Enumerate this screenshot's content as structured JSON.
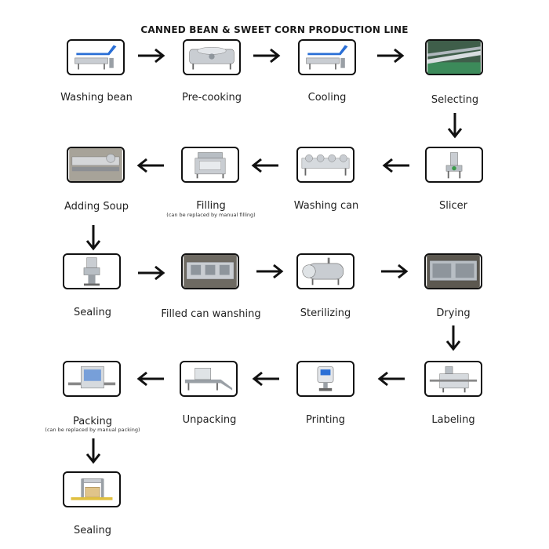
{
  "title": "CANNED BEAN & SWEET CORN PRODUCTION LINE",
  "steps": [
    {
      "label": "Washing bean",
      "icon": "washing-bean-machine-icon"
    },
    {
      "label": "Pre-cooking",
      "icon": "pre-cooking-machine-icon"
    },
    {
      "label": "Cooling",
      "icon": "cooling-machine-icon"
    },
    {
      "label": "Selecting",
      "icon": "selecting-line-icon"
    },
    {
      "label": "Slicer",
      "icon": "slicer-machine-icon"
    },
    {
      "label": "Washing can",
      "icon": "can-washing-machine-icon"
    },
    {
      "label": "Filling",
      "note": "(can be replaced by manual filling)",
      "icon": "filling-machine-icon"
    },
    {
      "label": "Adding Soup",
      "icon": "soup-adding-machine-icon"
    },
    {
      "label": "Sealing",
      "icon": "can-sealing-machine-icon"
    },
    {
      "label": "Filled can wanshing",
      "icon": "filled-can-washer-icon"
    },
    {
      "label": "Sterilizing",
      "icon": "sterilizer-retort-icon"
    },
    {
      "label": "Drying",
      "icon": "drying-tunnel-icon"
    },
    {
      "label": "Labeling",
      "icon": "labeling-machine-icon"
    },
    {
      "label": "Printing",
      "icon": "inkjet-printer-icon"
    },
    {
      "label": "Unpacking",
      "icon": "unpacking-conveyor-icon"
    },
    {
      "label": "Packing",
      "note": "(can be replaced by manual packing)",
      "icon": "packing-machine-icon"
    },
    {
      "label": "Sealing",
      "icon": "carton-sealing-machine-icon"
    }
  ],
  "colors": {
    "line": "#111111",
    "accent_blue": "#2a6fd6",
    "metal": "#c9cdd2",
    "background": "#ffffff"
  }
}
